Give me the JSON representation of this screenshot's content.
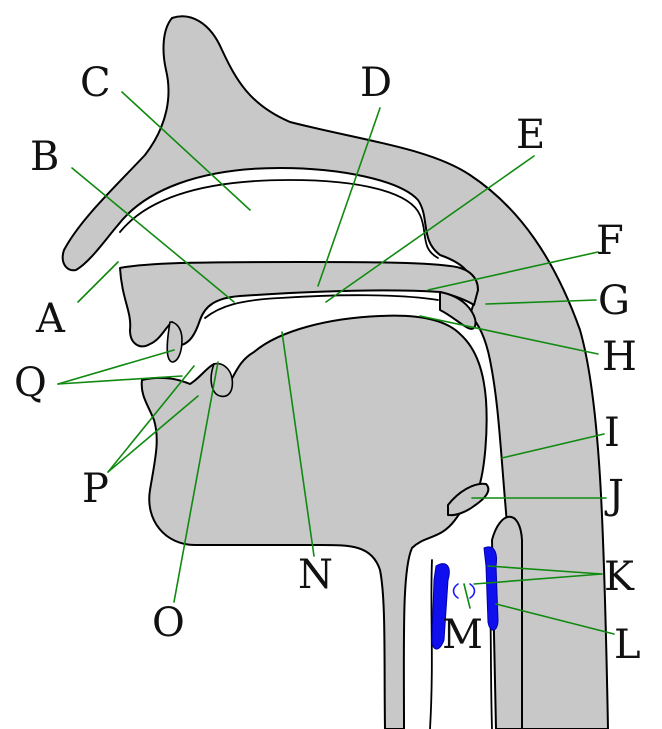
{
  "labels": {
    "A": "A",
    "B": "B",
    "C": "C",
    "D": "D",
    "E": "E",
    "F": "F",
    "G": "G",
    "H": "H",
    "I": "I",
    "J": "J",
    "K": "K",
    "L": "L",
    "M": "M",
    "N": "N",
    "O": "O",
    "P": "P",
    "Q": "Q"
  },
  "colors": {
    "tissue": "#c8c8c8",
    "outline": "#000000",
    "leader": "#108a10",
    "vocal_folds": "#1010ee",
    "background": "#ffffff"
  }
}
